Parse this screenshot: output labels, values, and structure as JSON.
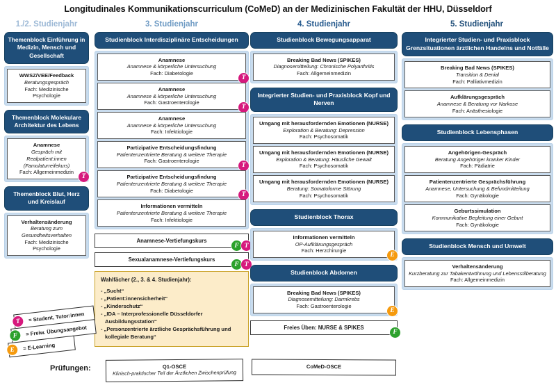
{
  "title": "Longitudinales Kommunikationscurriculum (CoMeD) an der Medizinischen Fakultät der HHU, Düsseldorf",
  "colors": {
    "dark_blue": "#1f4e79",
    "light_blue_group": "#c9dcee",
    "badge_tutor": "#d6197d",
    "badge_freiwillig": "#2ca12c",
    "badge_elearning": "#f59a0e",
    "wahlfaecher_bg": "#fcecc9"
  },
  "columns": [
    {
      "header": "1./2. Studienjahr",
      "blocks": [
        {
          "head": "Themenblock Einführung in Medizin, Mensch und Gesellschaft",
          "cards": [
            {
              "t1": "WWSZ/VEE/Feedback",
              "t2": "Beratungsgespräch",
              "t3": "Fach: Medizinische Psychologie",
              "badges": []
            }
          ]
        },
        {
          "head": "Themenblock Molekulare Architektur des Lebens",
          "cards": [
            {
              "t1": "Anamnese",
              "t2": "Gespräch mit Realpatient:innen (Famulaturreifekurs)",
              "t3": "Fach: Allgemeinmedizin",
              "badges": [
                "T"
              ]
            }
          ]
        },
        {
          "head": "Themenblock Blut, Herz und Kreislauf",
          "cards": [
            {
              "t1": "Verhaltensänderung",
              "t2": "Beratung zum Gesundheitsverhalten",
              "t3": "Fach: Medizinische Psychologie",
              "badges": []
            }
          ]
        }
      ]
    },
    {
      "header": "3. Studienjahr",
      "blocks": [
        {
          "head": "Studienblock Interdisziplinäre Entscheidungen",
          "cards": [
            {
              "t1": "Anamnese",
              "t2": "Anamnese & körperliche Untersuchung",
              "t3": "Fach: Diabetologie",
              "badges": [
                "T"
              ]
            },
            {
              "t1": "Anamnese",
              "t2": "Anamnese & körperliche Untersuchung",
              "t3": "Fach: Gastroenterologie",
              "badges": [
                "T"
              ]
            },
            {
              "t1": "Anamnese",
              "t2": "Anamnese & körperliche Untersuchung",
              "t3": "Fach: Infektiologie",
              "badges": []
            },
            {
              "t1": "Partizipative Entscheidungsfindung",
              "t2": "Patientenzentrierte Beratung & weitere Therapie",
              "t3": "Fach: Gastroenterologie",
              "badges": [
                "T"
              ]
            },
            {
              "t1": "Partizipative Entscheidungsfindung",
              "t2": "Patientenzentrierte Beratung & weitere Therapie",
              "t3": "Fach: Diabetologie",
              "badges": [
                "T"
              ]
            },
            {
              "t1": "Informationen vermitteln",
              "t2": "Patientenzentrierte Beratung & weitere Therapie",
              "t3": "Fach: Infektiologie",
              "badges": []
            }
          ]
        }
      ],
      "solo_cards": [
        {
          "label": "Anamnese-Vertiefungskurs",
          "badges": [
            "F",
            "T"
          ]
        },
        {
          "label": "Sexualanamnese-Vertiefungskurs",
          "badges": [
            "F",
            "T"
          ]
        }
      ],
      "wahlfaecher": {
        "heading": "Wahlfächer (2., 3. & 4. Studienjahr):",
        "items": [
          "- „Sucht“",
          "- „Patient:innensicherheit“",
          "- „Kinderschutz“",
          "- „IDA – Interprofessionelle Düsseldorfer Ausbildungsstation“",
          "- „Personzentrierte ärztliche Gesprächsführung und kollegiale Beratung“"
        ]
      }
    },
    {
      "header": "4. Studienjahr",
      "blocks": [
        {
          "head": "Studienblock Bewegungsapparat",
          "cards": [
            {
              "t1": "Breaking Bad News (SPIKES)",
              "t2": "Diagnosemitteilung: Chronische Polyarthritis",
              "t3": "Fach: Allgemeinmedizin",
              "badges": []
            }
          ]
        },
        {
          "head": "Integrierter Studien- und Praxisblock Kopf und Nerven",
          "cards": [
            {
              "t1": "Umgang mit herausfordernden Emotionen (NURSE)",
              "t2": "Exploration & Beratung: Depression",
              "t3": "Fach: Psychosomatik",
              "badges": []
            },
            {
              "t1": "Umgang mit herausfordernden Emotionen (NURSE)",
              "t2": "Exploration & Beratung: Häusliche Gewalt",
              "t3": "Fach: Psychosomatik",
              "badges": []
            },
            {
              "t1": "Umgang mit herausfordernden Emotionen (NURSE)",
              "t2": "Beratung: Somatoforme Störung",
              "t3": "Fach: Psychosomatik",
              "badges": []
            }
          ]
        },
        {
          "head": "Studienblock Thorax",
          "cards": [
            {
              "t1": "Informationen vermitteln",
              "t2": "OP-Aufklärungsgespräch",
              "t3": "Fach: Herzchirurgie",
              "badges": [
                "E"
              ]
            }
          ]
        },
        {
          "head": "Studienblock Abdomen",
          "cards": [
            {
              "t1": "Breaking Bad News (SPIKES)",
              "t2": "Diagnosemitteilung: Darmkrebs",
              "t3": "Fach: Gastroenterologie",
              "badges": [
                "E"
              ]
            }
          ]
        }
      ],
      "solo_cards": [
        {
          "label": "Freies Üben: NURSE & SPIKES",
          "badges": [
            "F"
          ]
        }
      ]
    },
    {
      "header": "5. Studienjahr",
      "blocks": [
        {
          "head": "Integrierter Studien- und Praxisblock Grenzsituationen ärztlichen Handelns und Notfälle",
          "cards": [
            {
              "t1": "Breaking Bad News (SPIKES)",
              "t2": "Transition & Denial",
              "t3": "Fach: Palliativmedizin",
              "badges": []
            },
            {
              "t1": "Aufklärungsgespräch",
              "t2": "Anamnese & Beratung vor Narkose",
              "t3": "Fach: Anästhesiologie",
              "badges": []
            }
          ]
        },
        {
          "head": "Studienblock Lebensphasen",
          "cards": [
            {
              "t1": "Angehörigen-Gespräch",
              "t2": "Beratung Angehöriger kranker Kinder",
              "t3": "Fach: Pädiatrie",
              "badges": []
            },
            {
              "t1": "Patientenzentrierte Gesprächsführung",
              "t2": "Anamnese, Untersuchung & Befundmitteilung",
              "t3": "Fach: Gynäkologie",
              "badges": []
            },
            {
              "t1": "Geburtssimulation",
              "t2": "Kommunikative Begleitung einer Geburt",
              "t3": "Fach: Gynäkologie",
              "badges": []
            }
          ]
        },
        {
          "head": "Studienblock Mensch und Umwelt",
          "cards": [
            {
              "t1": "Verhaltensänderung",
              "t2": "Kurzberatung zur Tabakentwöhnung und Lebensstilberatung",
              "t3": "Fach: Allgemeinmedizin",
              "badges": []
            }
          ]
        }
      ]
    }
  ],
  "legend": [
    {
      "symbol": "T",
      "text": "= Student, Tutor:innen"
    },
    {
      "symbol": "F",
      "text": "= Freiw. Übungsangebot"
    },
    {
      "symbol": "E",
      "text": "= E-Learning"
    }
  ],
  "pruefungen": {
    "label": "Prüfungen:",
    "exams": [
      {
        "e1": "Q1-OSCE",
        "e2": "Klinisch-praktischer Teil der Ärztlichen Zwischenprüfung"
      },
      {
        "e1": "CoMeD-OSCE",
        "e2": ""
      }
    ]
  }
}
